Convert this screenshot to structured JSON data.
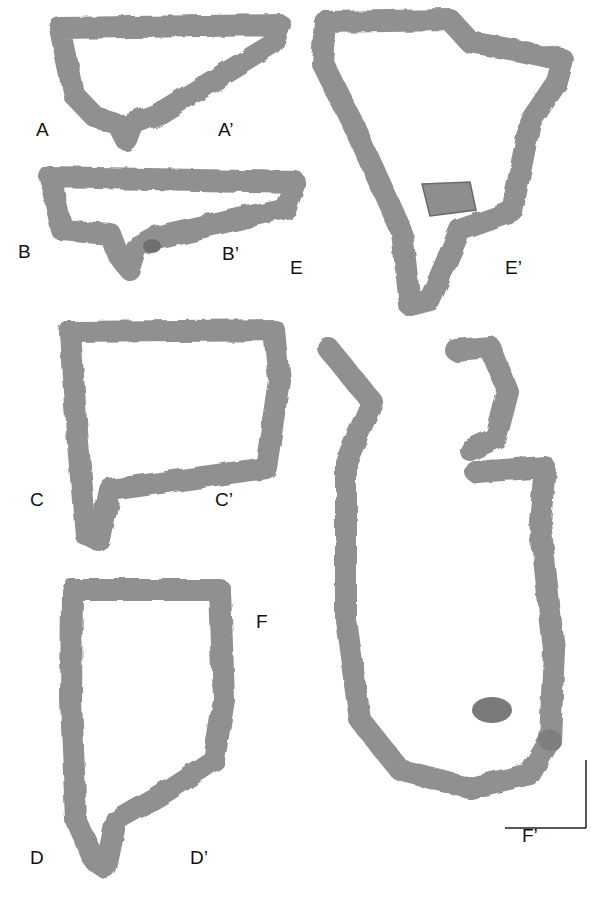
{
  "diagram": {
    "labels": [
      "A",
      "A’",
      "B",
      "B’",
      "E",
      "E’",
      "C",
      "C’",
      "D",
      "D’",
      "F",
      "F’"
    ]
  }
}
